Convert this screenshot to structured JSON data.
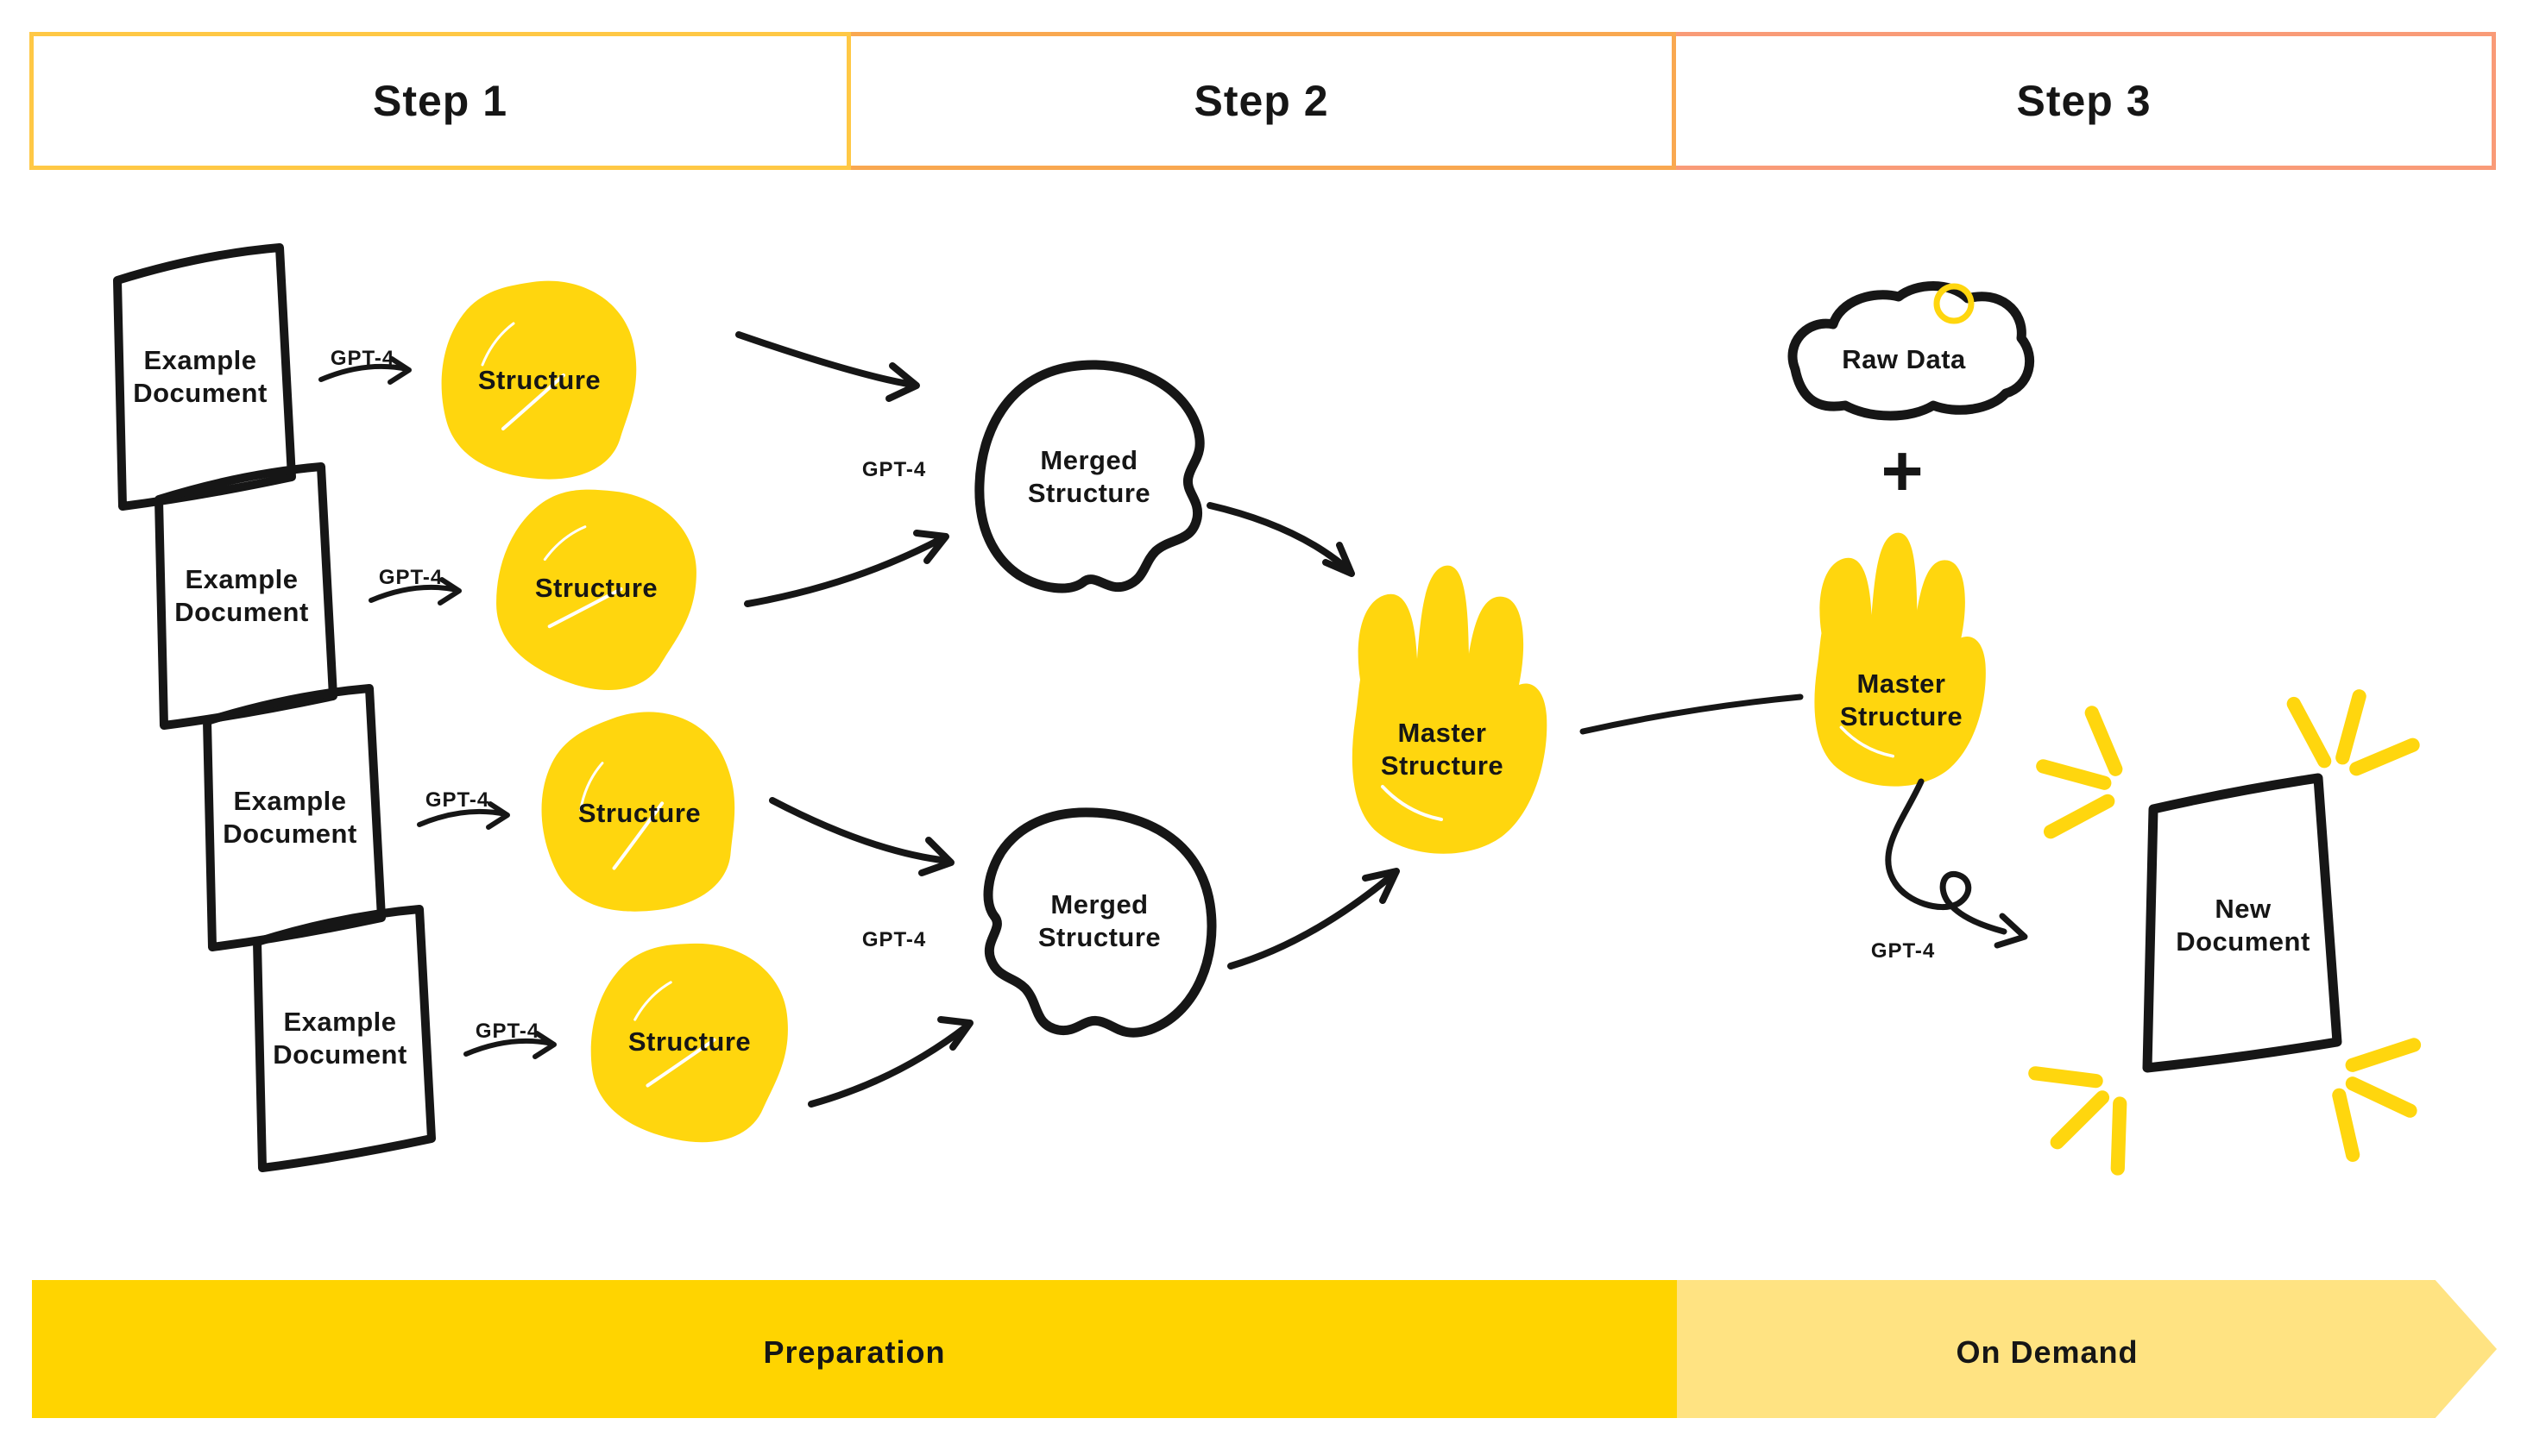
{
  "colors": {
    "ink": "#161616",
    "blob_yellow": "#FFD60E",
    "banner_yellow": "#FFD400",
    "banner_light_yellow": "#FFE382",
    "step1_border": "#FFC845",
    "step2_border": "#F9A850",
    "step3_border": "#F99B78"
  },
  "header": {
    "steps": [
      {
        "label": "Step 1"
      },
      {
        "label": "Step 2"
      },
      {
        "label": "Step 3"
      }
    ]
  },
  "pipeline": {
    "documents": [
      {
        "line1": "Example",
        "line2": "Document"
      },
      {
        "line1": "Example",
        "line2": "Document"
      },
      {
        "line1": "Example",
        "line2": "Document"
      },
      {
        "line1": "Example",
        "line2": "Document"
      }
    ],
    "doc_gpt_labels": [
      "GPT-4",
      "GPT-4",
      "GPT-4",
      "GPT-4"
    ],
    "structure_labels": [
      "Structure",
      "Structure",
      "Structure",
      "Structure"
    ],
    "merge_gpt_labels": [
      "GPT-4",
      "GPT-4"
    ],
    "merged_structures": [
      {
        "line1": "Merged",
        "line2": "Structure"
      },
      {
        "line1": "Merged",
        "line2": "Structure"
      }
    ],
    "master_structure": {
      "line1": "Master",
      "line2": "Structure"
    }
  },
  "on_demand_flow": {
    "raw_data_label": "Raw Data",
    "plus_sign": "+",
    "master_structure": {
      "line1": "Master",
      "line2": "Structure"
    },
    "gpt_label": "GPT-4",
    "new_document": {
      "line1": "New",
      "line2": "Document"
    }
  },
  "banner": {
    "preparation_label": "Preparation",
    "on_demand_label": "On Demand"
  }
}
